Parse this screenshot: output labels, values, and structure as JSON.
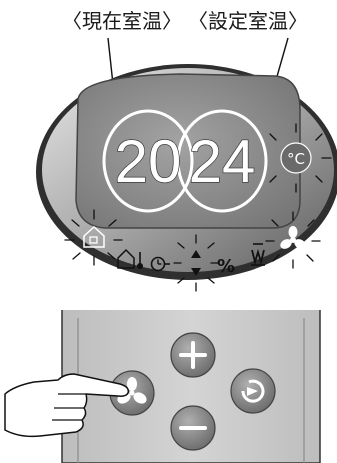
{
  "callouts": {
    "current_temp_label": "〈現在室温〉",
    "set_temp_label": "〈設定室温〉"
  },
  "display": {
    "current_temp": "20",
    "set_temp": "24",
    "unit": "°C",
    "humidity_symbol": "%"
  },
  "icons": {
    "house_icon": "house-icon",
    "house_thermometer_icon": "house-thermometer-icon",
    "timer_icon": "timer-icon",
    "up_down_icon": "up-down-icon",
    "heater_icon": "heater-icon",
    "fan_icon": "fan-icon"
  },
  "remote_buttons": [
    "plus-button",
    "fan-button",
    "mode-button",
    "minus-button"
  ],
  "colors": {
    "panel_dark": "#5a5a5a",
    "panel_mid": "#8c8c8c",
    "panel_light": "#cfcfcf",
    "button_gray": "#7a7a7a"
  }
}
